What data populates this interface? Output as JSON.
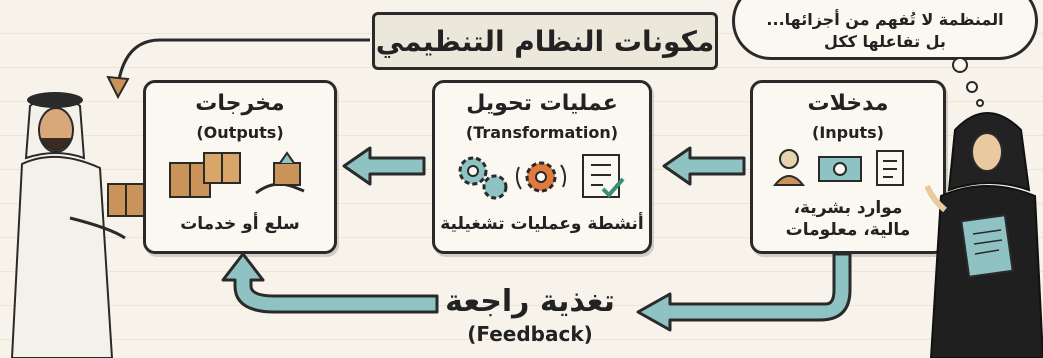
{
  "title": "مكونات النظام التنظيمي",
  "thought": {
    "line1": "المنظمة لا تُفهم من أجزائها...",
    "line2": "بل تفاعلها ككل"
  },
  "inputs": {
    "title": "مدخلات",
    "subtitle": "(Inputs)",
    "desc_line1": "موارد بشرية،",
    "desc_line2": "مالية، معلومات"
  },
  "transformation": {
    "title": "عمليات تحويل",
    "subtitle": "(Transformation)",
    "desc": "أنشطة وعمليات تشغيلية"
  },
  "outputs": {
    "title": "مخرجات",
    "subtitle": "(Outputs)",
    "desc": "سلع أو خدمات"
  },
  "feedback": {
    "title": "تغذية راجعة",
    "subtitle": "(Feedback)"
  },
  "colors": {
    "arrow_fill": "#8fc3c3",
    "arrow_stroke": "#2a2a2a",
    "box_fill": "#fbf8f1",
    "banner_fill": "#ece7db",
    "cardboard": "#c9935a"
  },
  "icons": [
    "person-icon",
    "money-icon",
    "document-icon",
    "gears-icon",
    "checklist-icon",
    "box-icon",
    "hand-box-icon"
  ]
}
